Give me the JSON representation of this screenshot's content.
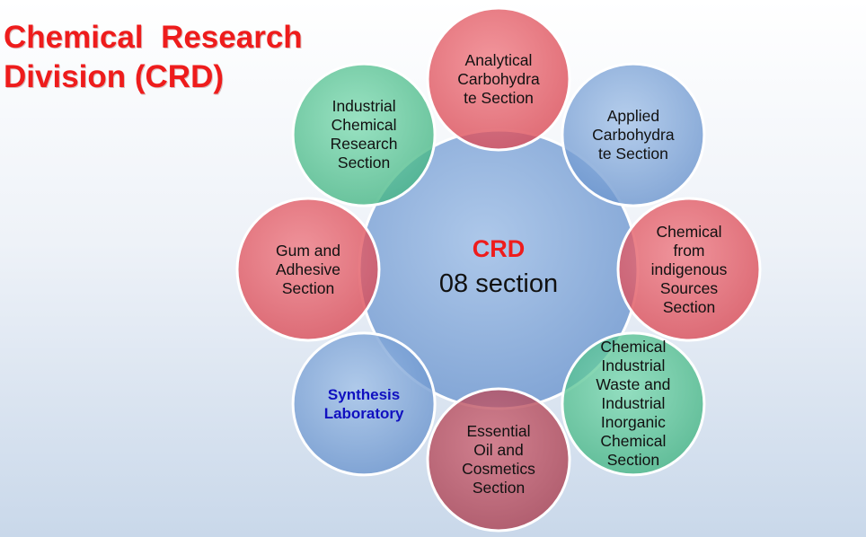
{
  "title": "Chemical  Research\nDivision (CRD)",
  "center": {
    "title": "CRD",
    "subtitle": "08 section"
  },
  "colors": {
    "red": "#e0555f",
    "maroon": "#bd4a5a",
    "green": "#5cc99a",
    "blue": "#7ea5d8",
    "center": "#8aaedb",
    "title": "#ee1c1c",
    "accent_text": "#1010c0"
  },
  "nodes": [
    {
      "label": "Analytical\nCarbohydra\nte Section",
      "color": "red"
    },
    {
      "label": "Applied\nCarbohydra\nte Section",
      "color": "blue"
    },
    {
      "label": "Chemical\nfrom\nindigenous\nSources\nSection",
      "color": "red"
    },
    {
      "label": "Chemical\nIndustrial\nWaste and\nIndustrial\nInorganic\nChemical\nSection",
      "color": "green"
    },
    {
      "label": "Essential\nOil and\nCosmetics\nSection",
      "color": "maroon"
    },
    {
      "label": "Synthesis\nLaboratory",
      "color": "blue",
      "accent": true
    },
    {
      "label": "Gum and\nAdhesive\nSection",
      "color": "red"
    },
    {
      "label": "Industrial\nChemical\nResearch\nSection",
      "color": "green"
    }
  ]
}
